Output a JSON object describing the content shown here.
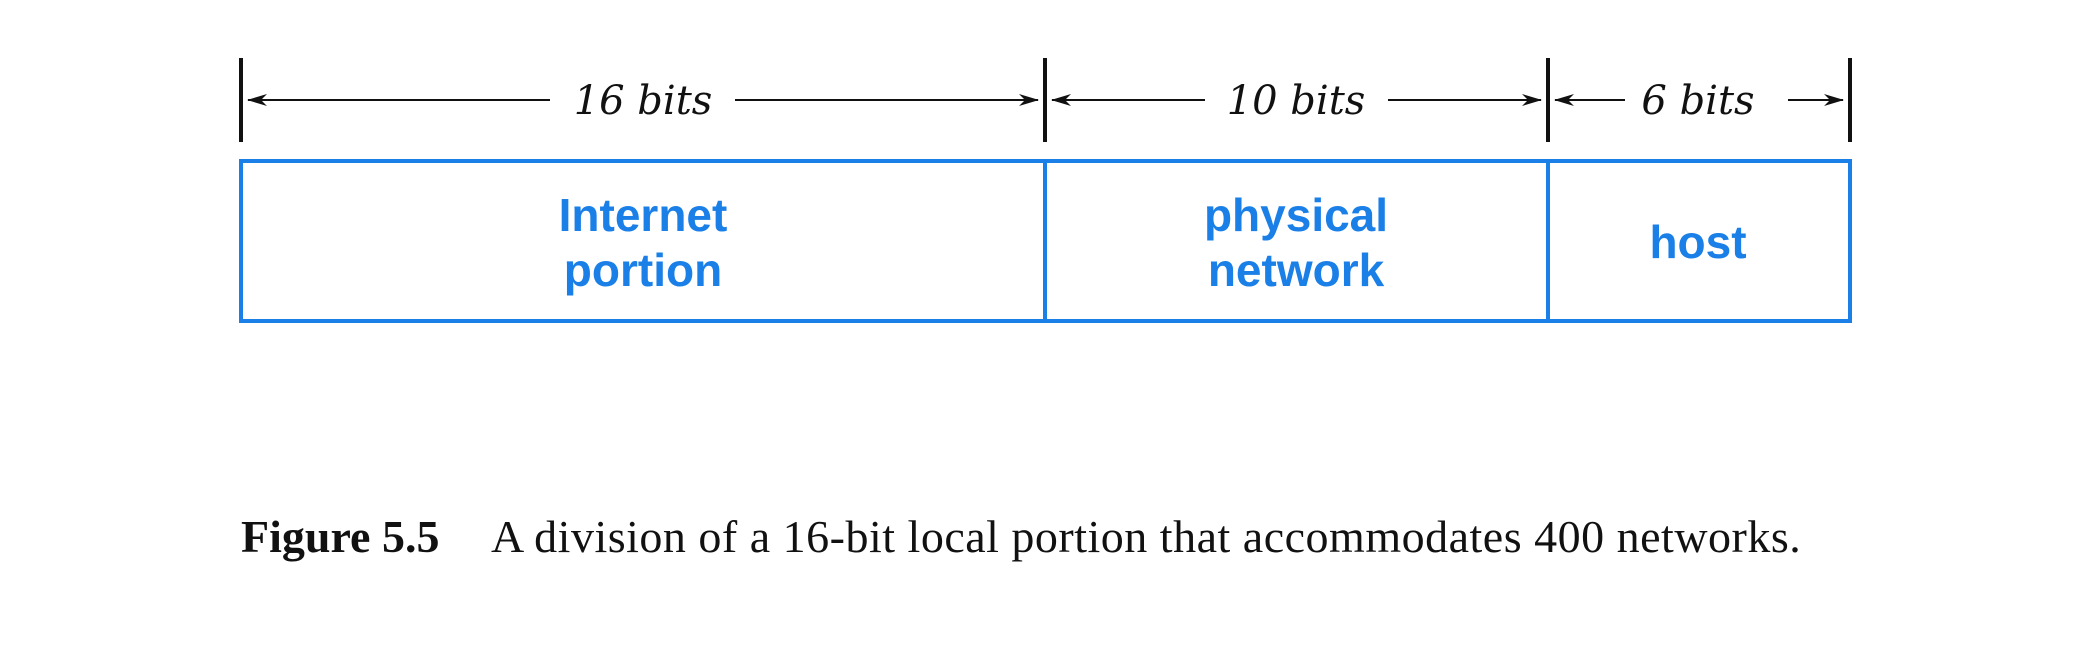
{
  "diagram": {
    "fields": [
      {
        "name": "internet-portion",
        "label_line1": "Internet",
        "label_line2": "portion",
        "width_label": "16 bits",
        "bits": 16
      },
      {
        "name": "physical-network",
        "label_line1": "physical",
        "label_line2": "network",
        "width_label": "10 bits",
        "bits": 10
      },
      {
        "name": "host",
        "label_line1": "host",
        "label_line2": "",
        "width_label": "6 bits",
        "bits": 6
      }
    ],
    "colors": {
      "field_border": "#1a7fe6",
      "field_text": "#1a7fe6",
      "ruler": "#111111"
    }
  },
  "caption": {
    "label": "Figure 5.5",
    "text": "A division of a 16-bit local portion that accommodates 400 net­works."
  }
}
